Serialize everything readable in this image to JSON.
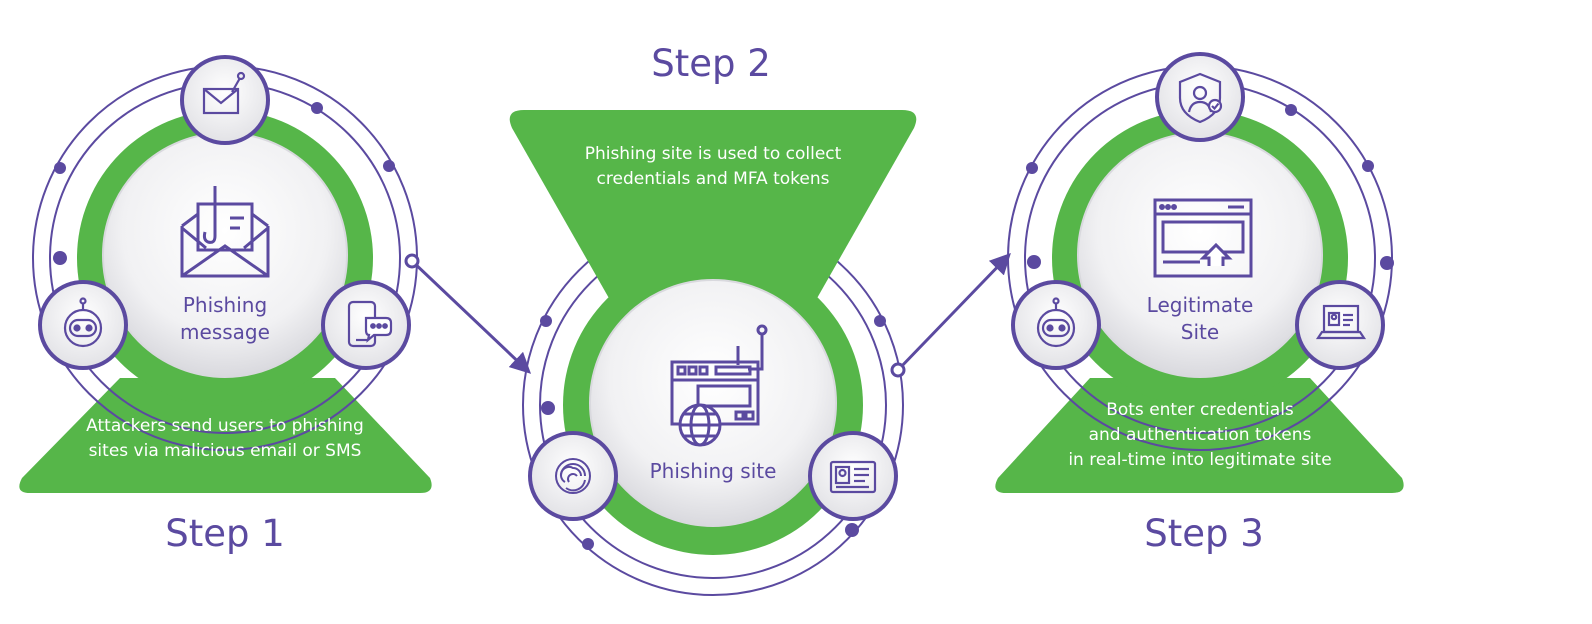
{
  "colors": {
    "green": "#56b649",
    "purple": "#5b4aa0",
    "white": "#ffffff",
    "shadow": "#d8d8dc"
  },
  "steps": [
    {
      "step_label": "Step 1",
      "title": "Phishing\nmessage",
      "description": "Attackers send users to phishing\nsites via malicious email or SMS",
      "main_icon": "envelope-hook-icon",
      "satellite_icons": [
        "email-notification-icon",
        "robot-icon",
        "smartphone-chat-icon"
      ]
    },
    {
      "step_label": "Step 2",
      "title": "Phishing site",
      "description": "Phishing site is used to collect\ncredentials and MFA tokens",
      "main_icon": "fake-website-globe-icon",
      "satellite_icons": [
        "fingerprint-icon",
        "id-card-icon"
      ]
    },
    {
      "step_label": "Step 3",
      "title": "Legitimate\nSite",
      "description": "Bots enter credentials\nand authentication tokens\nin real-time into legitimate site",
      "main_icon": "browser-upload-icon",
      "satellite_icons": [
        "shield-user-icon",
        "robot-icon",
        "laptop-id-icon"
      ]
    }
  ]
}
